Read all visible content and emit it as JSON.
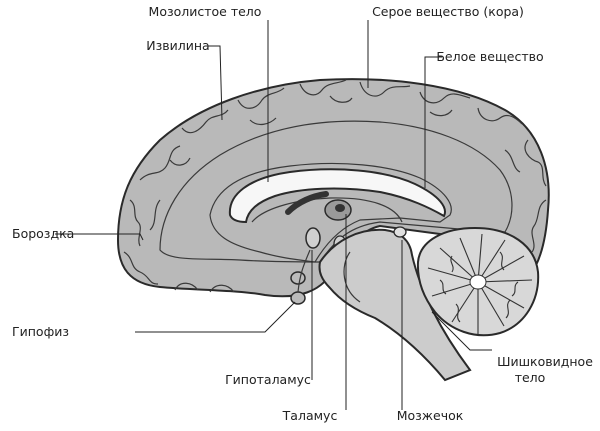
{
  "diagram": {
    "labels": {
      "corpus_callosum": "Мозолистое тело",
      "gray_matter": "Серое вещество (кора)",
      "gyrus": "Извилина",
      "white_matter": "Белое вещество",
      "sulcus": "Бороздка",
      "pituitary": "Гипофиз",
      "hypothalamus": "Гипоталамус",
      "thalamus": "Таламус",
      "cerebellum": "Мозжечок",
      "pineal_line1": "Шишковидное",
      "pineal_line2": "тело"
    },
    "colors": {
      "cortex": "#b9b9b9",
      "white_matter": "#ececec",
      "inner_region": "#d4d4d4",
      "brainstem": "#cccccc",
      "cerebellum": "#d8d8d8",
      "outline": "#2a2a2a"
    }
  }
}
